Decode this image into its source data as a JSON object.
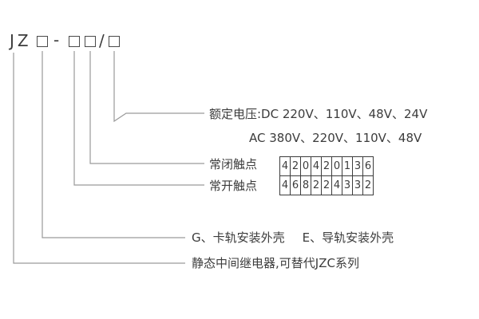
{
  "model": {
    "prefix": "JZ",
    "dash": "-",
    "slash": "/"
  },
  "labels": {
    "rated_voltage_dc": "额定电压:DC 220V、110V、48V、24V",
    "rated_voltage_ac": "AC 380V、220V、110V、48V",
    "nc_contacts": "常闭触点",
    "no_contacts": "常开触点",
    "housing_g": "G、卡轨安装外壳",
    "housing_e": "E、导轨安装外壳",
    "series": "静态中间继电器,可替代JZC系列"
  },
  "contact_table": {
    "nc_row": [
      "4",
      "2",
      "0",
      "4",
      "2",
      "0",
      "1",
      "3",
      "6"
    ],
    "no_row": [
      "4",
      "6",
      "8",
      "2",
      "2",
      "4",
      "3",
      "3",
      "2"
    ]
  },
  "colors": {
    "text": "#3c3c3c",
    "leader_line": "#9a9a9a",
    "table_border": "#3c3c3c",
    "background": "#ffffff"
  }
}
